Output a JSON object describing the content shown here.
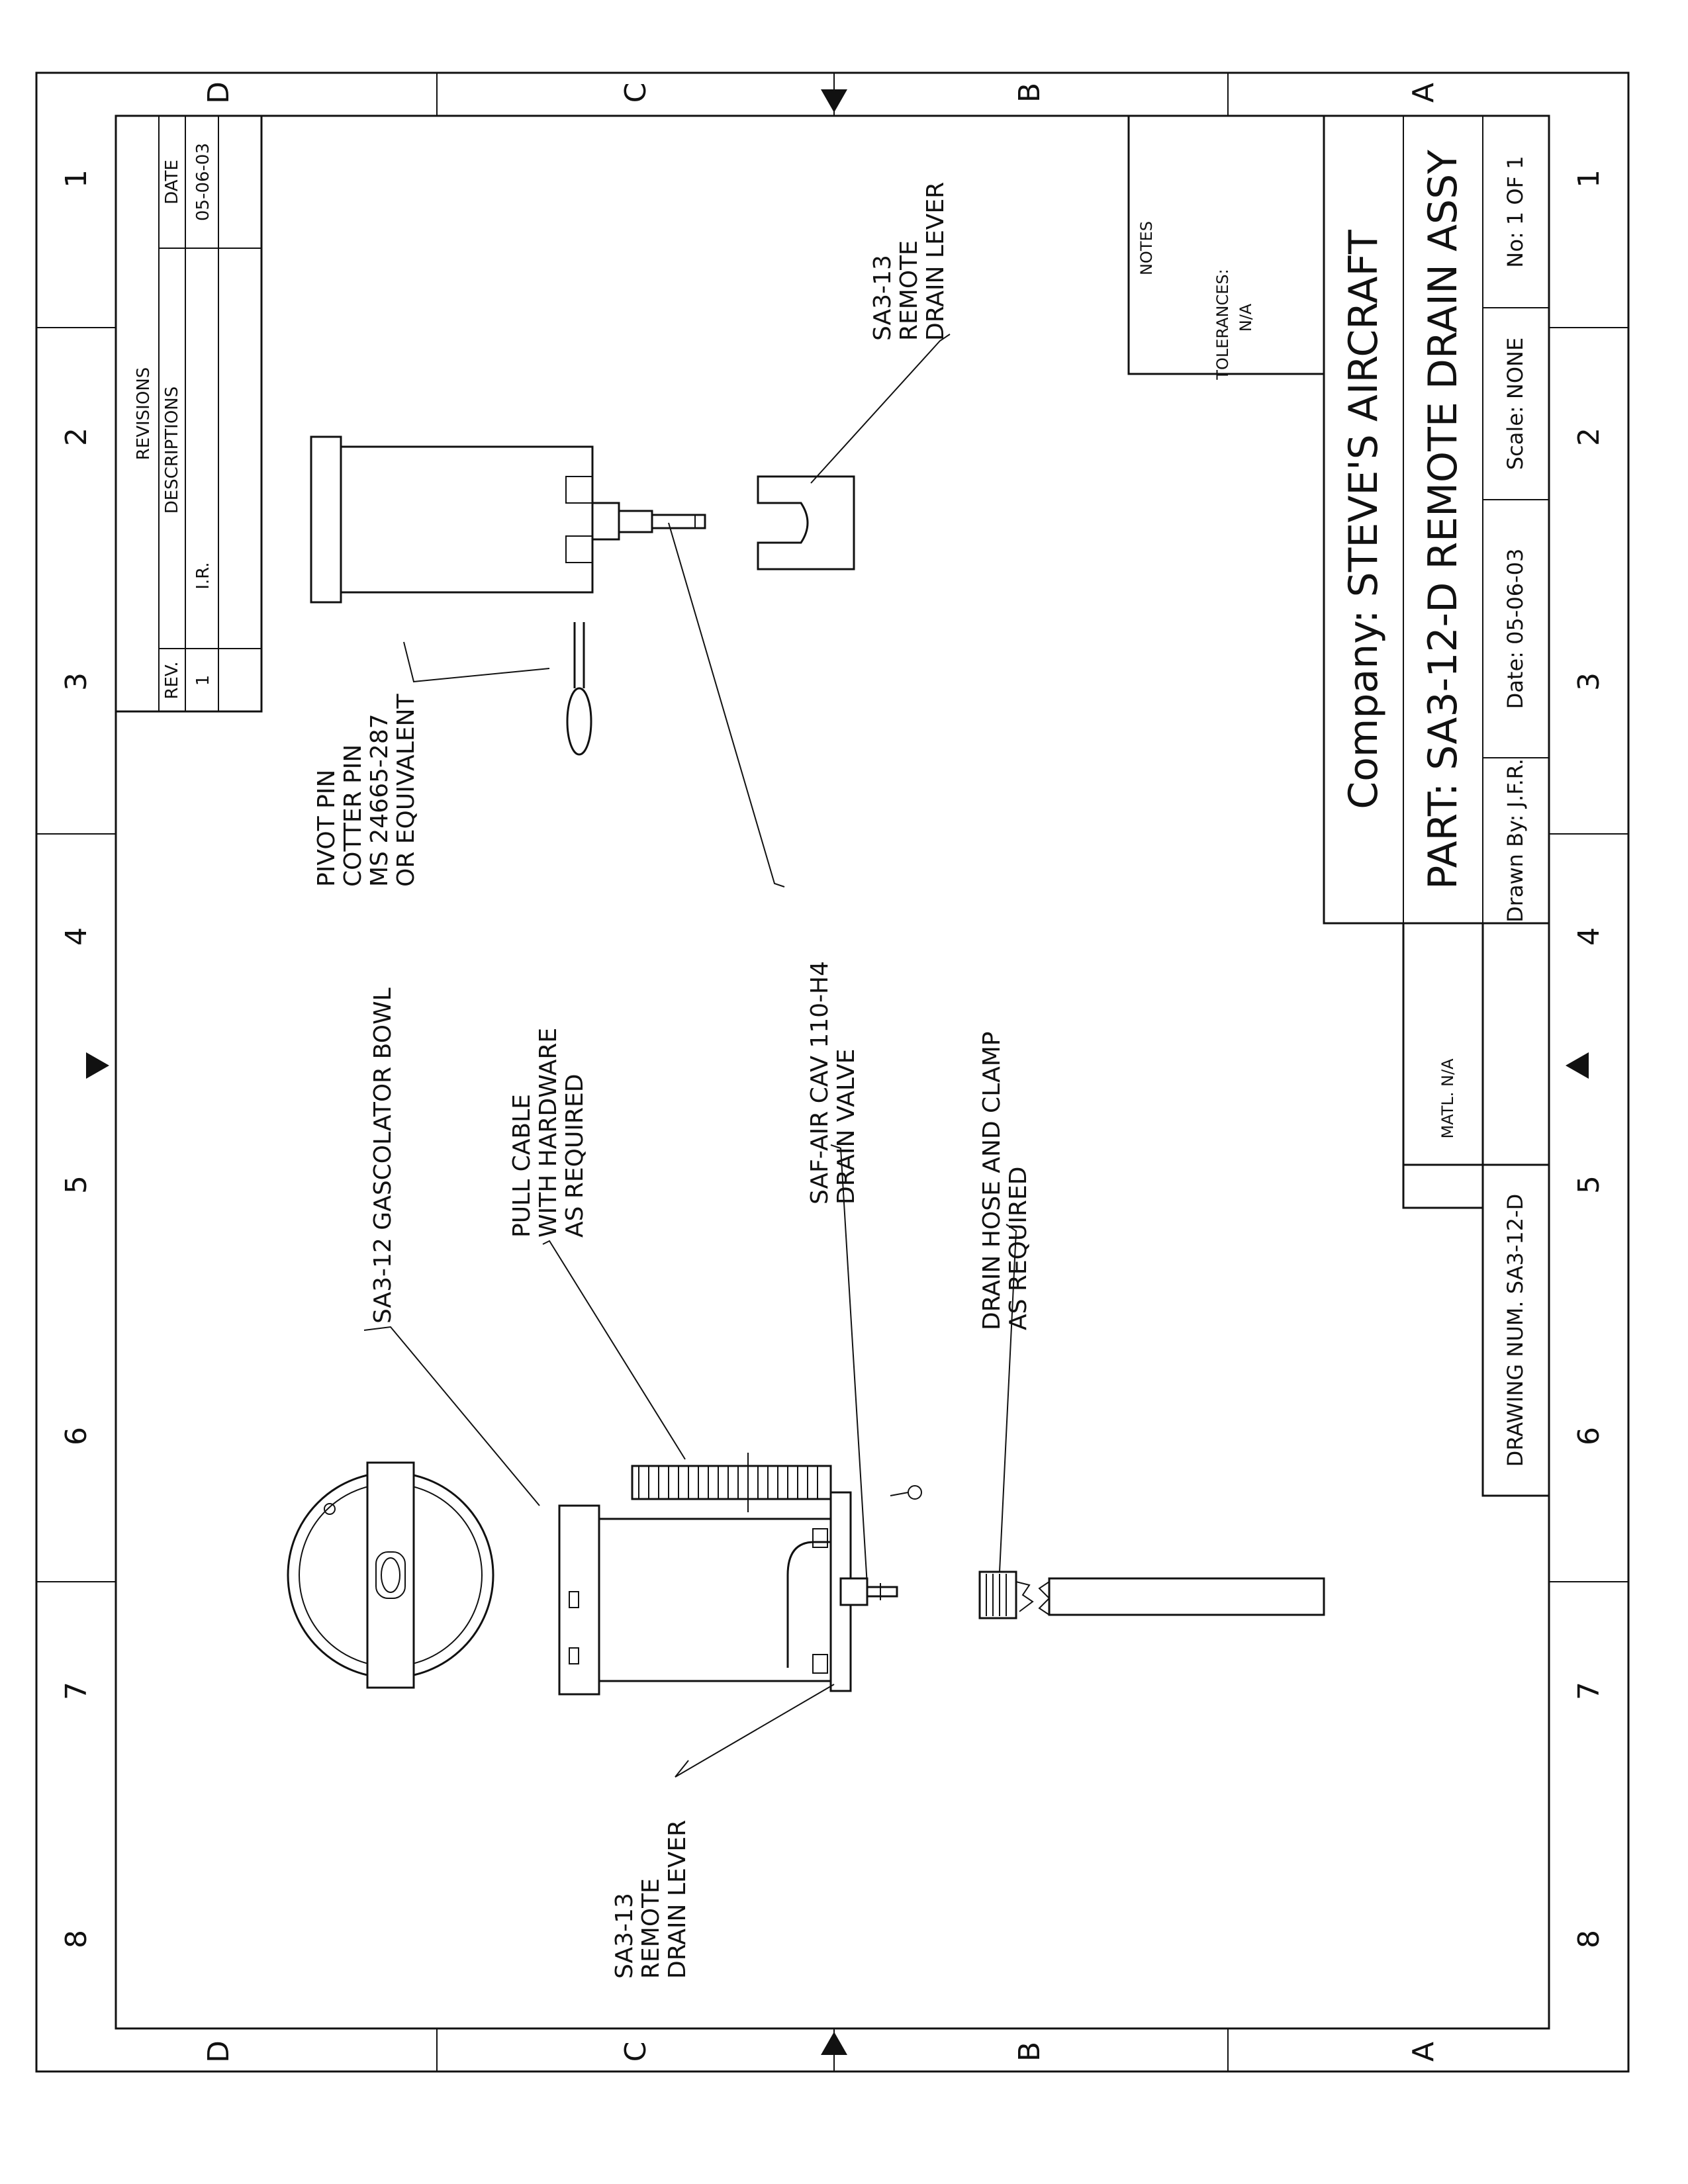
{
  "zones": {
    "columns": [
      "8",
      "7",
      "6",
      "5",
      "4",
      "3",
      "2",
      "1"
    ],
    "rows": [
      "A",
      "B",
      "C",
      "D"
    ]
  },
  "revisions": {
    "title": "REVISIONS",
    "col_rev": "REV.",
    "col_desc": "DESCRIPTIONS",
    "col_date": "DATE",
    "row_rev": "1",
    "row_desc": "I.R.",
    "row_date": "05-06-03"
  },
  "notes": {
    "title": "NOTES",
    "tolerances_label": "TOLERANCES:",
    "tolerances_value": "N/A"
  },
  "title_block": {
    "company": "Company:  STEVE'S AIRCRAFT",
    "part": "PART:  SA3-12-D REMOTE DRAIN ASSY",
    "drawn_by": "Drawn By:  J.F.R.",
    "date": "Date: 05-06-03",
    "scale": "Scale:  NONE",
    "sheet_no": "No:  1 OF 1",
    "material": "MATL. N/A",
    "drawing_number": "DRAWING NUM.  SA3-12-D"
  },
  "callouts": {
    "gascolator_bowl": "SA3-12 GASCOLATOR BOWL",
    "pull_cable": [
      "PULL CABLE",
      "WITH HARDWARE",
      "AS REQUIRED"
    ],
    "drain_valve": [
      "SAF-AIR CAV 110-H4",
      "DRAIN VALVE"
    ],
    "drain_hose": [
      "DRAIN HOSE AND CLAMP",
      "AS REQUIRED"
    ],
    "remote_lever_left": [
      "SA3-13",
      "REMOTE",
      "DRAIN LEVER"
    ],
    "remote_lever_right": [
      "SA3-13",
      "REMOTE",
      "DRAIN LEVER"
    ],
    "pivot_pin": [
      "PIVOT PIN",
      "COTTER PIN",
      "MS 24665-287",
      "OR EQUIVALENT"
    ]
  }
}
